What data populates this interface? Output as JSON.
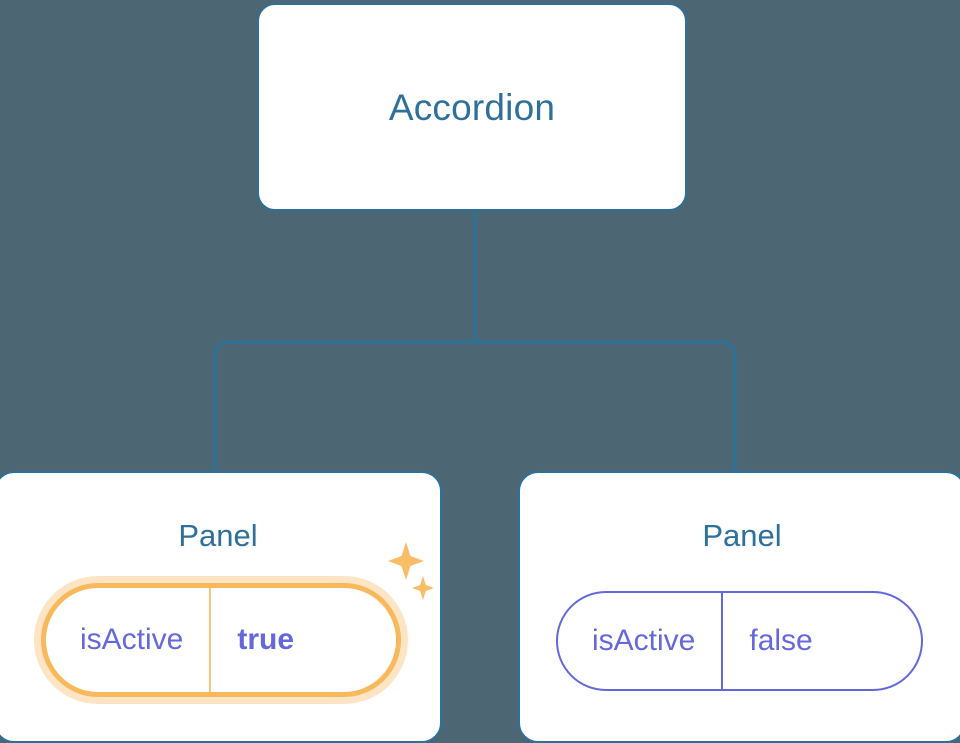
{
  "diagram": {
    "type": "component-tree",
    "background_color": "#4c6773",
    "accent_color": "#2d7099",
    "prop_color": "#6468dc",
    "highlight_color": "#f7b95c",
    "highlight_glow_color": "#fac47c"
  },
  "root": {
    "title": "Accordion"
  },
  "children": [
    {
      "title": "Panel",
      "prop": {
        "key": "isActive",
        "value": "true",
        "highlighted": true,
        "bold_value": true
      },
      "sparkle_icons": [
        "sparkle-large-icon",
        "sparkle-small-icon"
      ]
    },
    {
      "title": "Panel",
      "prop": {
        "key": "isActive",
        "value": "false",
        "highlighted": false,
        "bold_value": false
      }
    }
  ]
}
